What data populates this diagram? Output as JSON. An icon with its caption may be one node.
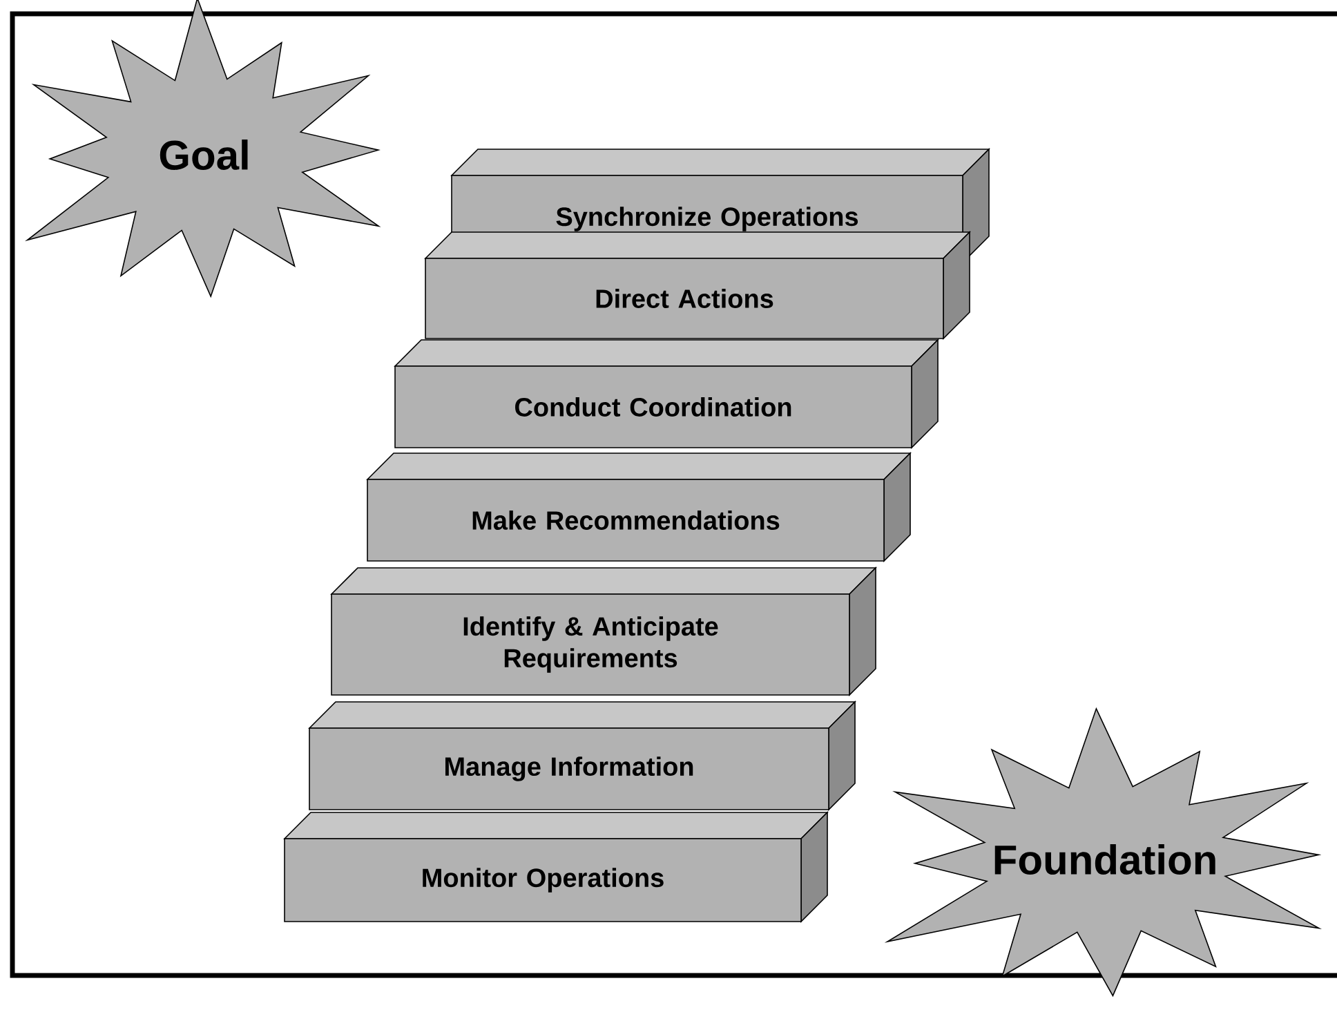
{
  "diagram": {
    "nodes": [
      {
        "text": [
          "Goal"
        ]
      },
      {
        "text": [
          "Synchronize Operations"
        ]
      },
      {
        "text": [
          "Direct Actions"
        ]
      },
      {
        "text": [
          "Conduct Coordination"
        ]
      },
      {
        "text": [
          "Make Recommendations"
        ]
      },
      {
        "text": [
          "Identify & Anticipate Requirements"
        ]
      },
      {
        "text": [
          "Manage Information"
        ]
      },
      {
        "text": [
          "Monitor Operations"
        ]
      },
      {
        "text": [
          "Foundation"
        ]
      }
    ]
  }
}
